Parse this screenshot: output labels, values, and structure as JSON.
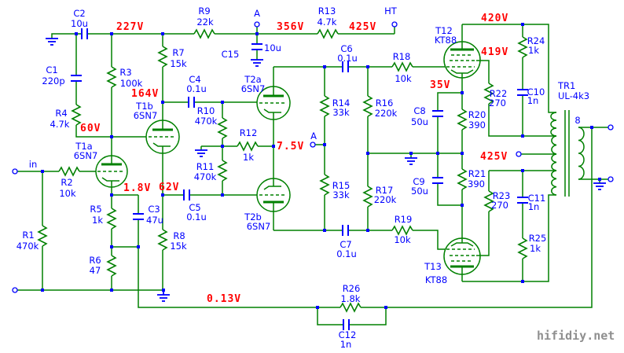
{
  "schematic": {
    "watermark": "hifidiy.net",
    "input": {
      "label": "in"
    },
    "nodes": {
      "a_top": "A",
      "a_mid": "A",
      "ht": "HT"
    },
    "transformer": {
      "ref": "TR1",
      "type": "UL-4k3",
      "secondary_tap": "8"
    },
    "colors": {
      "wire": "#008000",
      "label": "#0000ff",
      "voltage": "#ff0000",
      "watermark": "#8f8f8f",
      "background": "#ffffff"
    },
    "tubes": {
      "T1a": {
        "ref": "T1a",
        "type": "6SN7"
      },
      "T1b": {
        "ref": "T1b",
        "type": "6SN7"
      },
      "T2a": {
        "ref": "T2a",
        "type": "6SN7"
      },
      "T2b": {
        "ref": "T2b",
        "type": "6SN7"
      },
      "T12": {
        "ref": "T12",
        "type": "KT88"
      },
      "T13": {
        "ref": "T13",
        "type": "KT88"
      }
    },
    "resistors": {
      "R1": {
        "ref": "R1",
        "value": "470k"
      },
      "R2": {
        "ref": "R2",
        "value": "10k"
      },
      "R3": {
        "ref": "R3",
        "value": "100k"
      },
      "R4": {
        "ref": "R4",
        "value": "4.7k"
      },
      "R5": {
        "ref": "R5",
        "value": "1k"
      },
      "R6": {
        "ref": "R6",
        "value": "47"
      },
      "R7": {
        "ref": "R7",
        "value": "15k"
      },
      "R8": {
        "ref": "R8",
        "value": "15k"
      },
      "R9": {
        "ref": "R9",
        "value": "22k"
      },
      "R10": {
        "ref": "R10",
        "value": "470k"
      },
      "R11": {
        "ref": "R11",
        "value": "470k"
      },
      "R12": {
        "ref": "R12",
        "value": "1k"
      },
      "R13": {
        "ref": "R13",
        "value": "4.7k"
      },
      "R14": {
        "ref": "R14",
        "value": "33k"
      },
      "R15": {
        "ref": "R15",
        "value": "33k"
      },
      "R16": {
        "ref": "R16",
        "value": "220k"
      },
      "R17": {
        "ref": "R17",
        "value": "220k"
      },
      "R18": {
        "ref": "R18",
        "value": "10k"
      },
      "R19": {
        "ref": "R19",
        "value": "10k"
      },
      "R20": {
        "ref": "R20",
        "value": "390"
      },
      "R21": {
        "ref": "R21",
        "value": "390"
      },
      "R22": {
        "ref": "R22",
        "value": "270"
      },
      "R23": {
        "ref": "R23",
        "value": "270"
      },
      "R24": {
        "ref": "R24",
        "value": "1k"
      },
      "R25": {
        "ref": "R25",
        "value": "1k"
      },
      "R26": {
        "ref": "R26",
        "value": "1.8k"
      }
    },
    "capacitors": {
      "C1": {
        "ref": "C1",
        "value": "220p"
      },
      "C2": {
        "ref": "C2",
        "value": "10u"
      },
      "C3": {
        "ref": "C3",
        "value": "47u"
      },
      "C4": {
        "ref": "C4",
        "value": "0.1u"
      },
      "C5": {
        "ref": "C5",
        "value": "0.1u"
      },
      "C6": {
        "ref": "C6",
        "value": "0.1u"
      },
      "C7": {
        "ref": "C7",
        "value": "0.1u"
      },
      "C8": {
        "ref": "C8",
        "value": "50u"
      },
      "C9": {
        "ref": "C9",
        "value": "50u"
      },
      "C10": {
        "ref": "C10",
        "value": "1n"
      },
      "C11": {
        "ref": "C11",
        "value": "1n"
      },
      "C12": {
        "ref": "C12",
        "value": "1n"
      },
      "C15": {
        "ref": "C15",
        "value": "10u"
      }
    },
    "voltages": {
      "v227": "227V",
      "v164": "164V",
      "v60": "60V",
      "v1_8": "1.8V",
      "v62": "62V",
      "v356": "356V",
      "v425_rail": "425V",
      "v7_5": "7.5V",
      "v420": "420V",
      "v419": "419V",
      "v35": "35V",
      "v425_ct": "425V",
      "v0_13": "0.13V"
    }
  }
}
